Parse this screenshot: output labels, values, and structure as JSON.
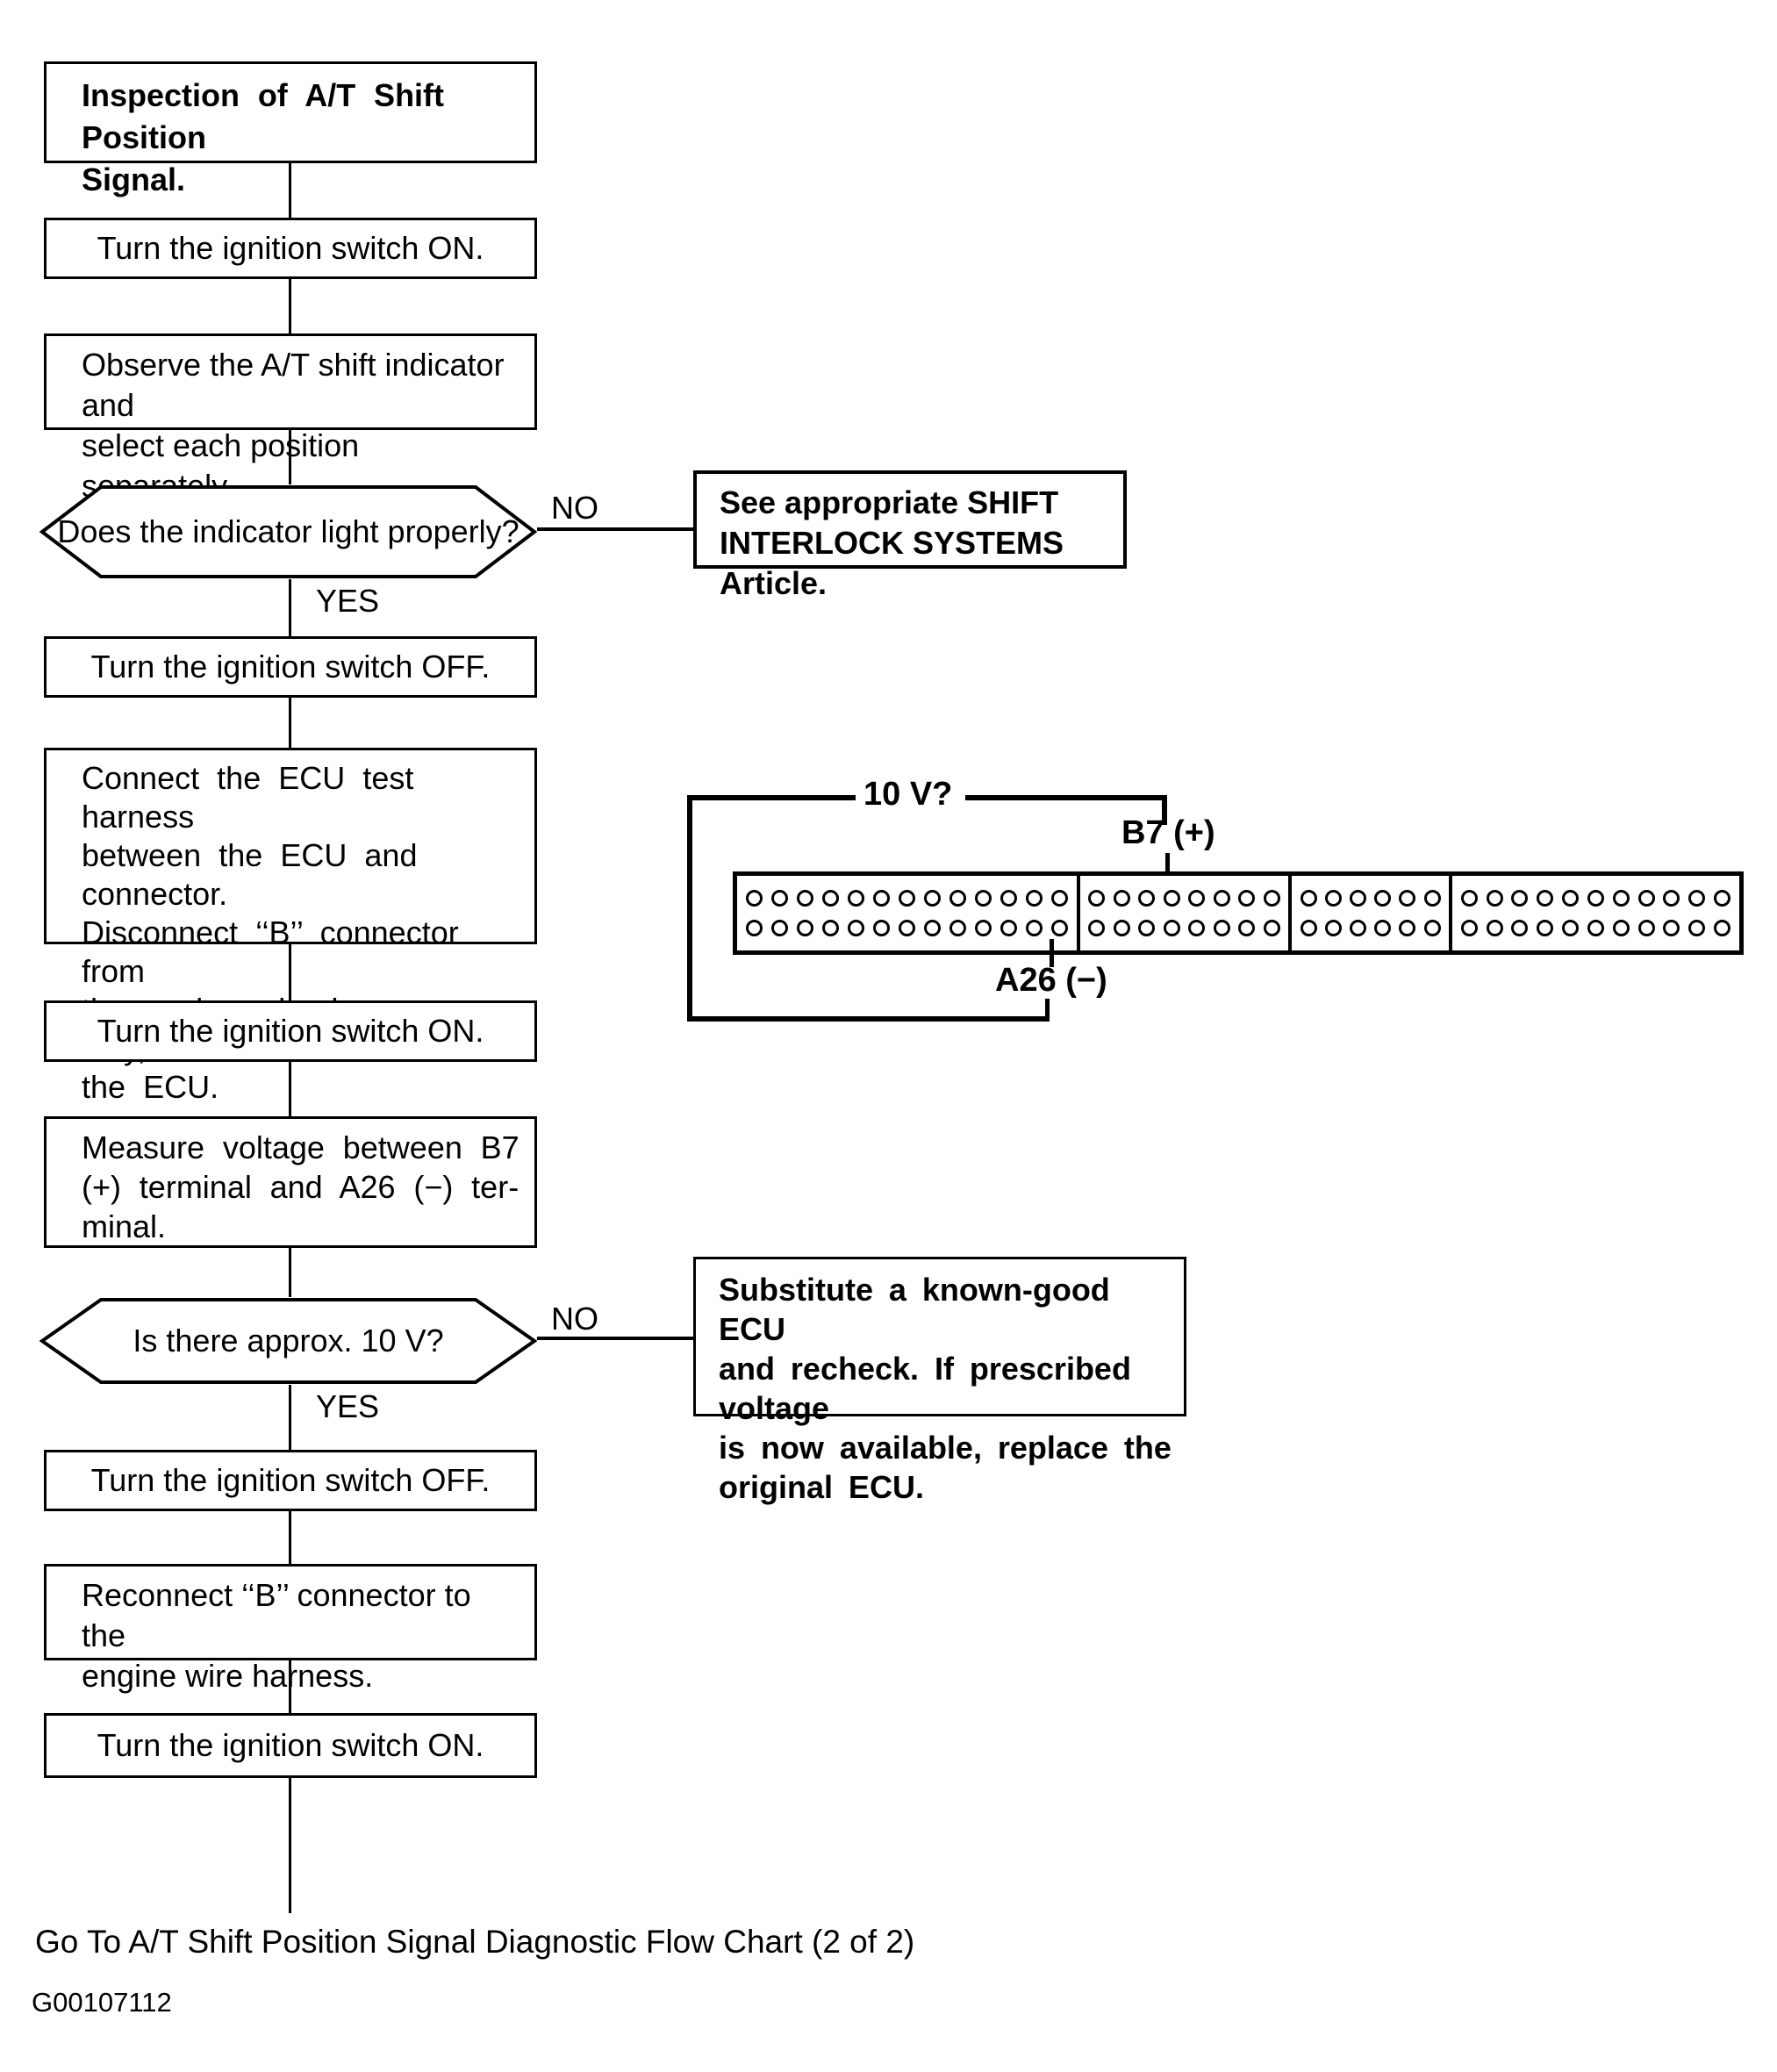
{
  "diagram": {
    "title_box": "Inspection of A/T Shift Position\nSignal.",
    "steps": {
      "ignition_on_1": "Turn the ignition switch ON.",
      "observe": "Observe the A/T shift indicator and\nselect each position separately.",
      "ignition_off_1": "Turn the ignition switch OFF.",
      "connect_harness": "Connect the ECU test harness\nbetween the ECU and connector.\nDisconnect ‘‘B’’ connector from\nthe engine wire harness only, not\nthe ECU.",
      "ignition_on_2": "Turn the ignition switch ON.",
      "measure_voltage": "Measure voltage between B7\n(+) terminal and A26 (−) ter-\nminal.",
      "ignition_off_2": "Turn the ignition switch OFF.",
      "reconnect": "Reconnect ‘‘B’’ connector to the\nengine wire harness.",
      "ignition_on_3": "Turn the ignition switch ON."
    },
    "decisions": {
      "indicator": "Does the indicator light properly?",
      "voltage": "Is there approx. 10 V?"
    },
    "branch_actions": {
      "see_article": "See appropriate SHIFT\nINTERLOCK SYSTEMS Article.",
      "substitute_ecu": "Substitute a known-good ECU\nand recheck. If prescribed voltage\nis now available, replace the\noriginal ECU."
    },
    "labels": {
      "yes": "YES",
      "no": "NO"
    },
    "connector": {
      "voltage_question": "10 V?",
      "positive_pin_label": "B7 (+)",
      "negative_pin_label": "A26 (−)",
      "rows_per_section": 2,
      "sections": [
        {
          "cols": 13
        },
        {
          "cols": 8
        },
        {
          "cols": 6
        },
        {
          "cols": 11
        }
      ]
    },
    "footer": {
      "goto_text": "Go To A/T Shift Position Signal Diagnostic Flow Chart (2 of 2)",
      "figure_code": "G00107112"
    },
    "colors": {
      "ink": "#000000",
      "paper": "#ffffff"
    }
  }
}
